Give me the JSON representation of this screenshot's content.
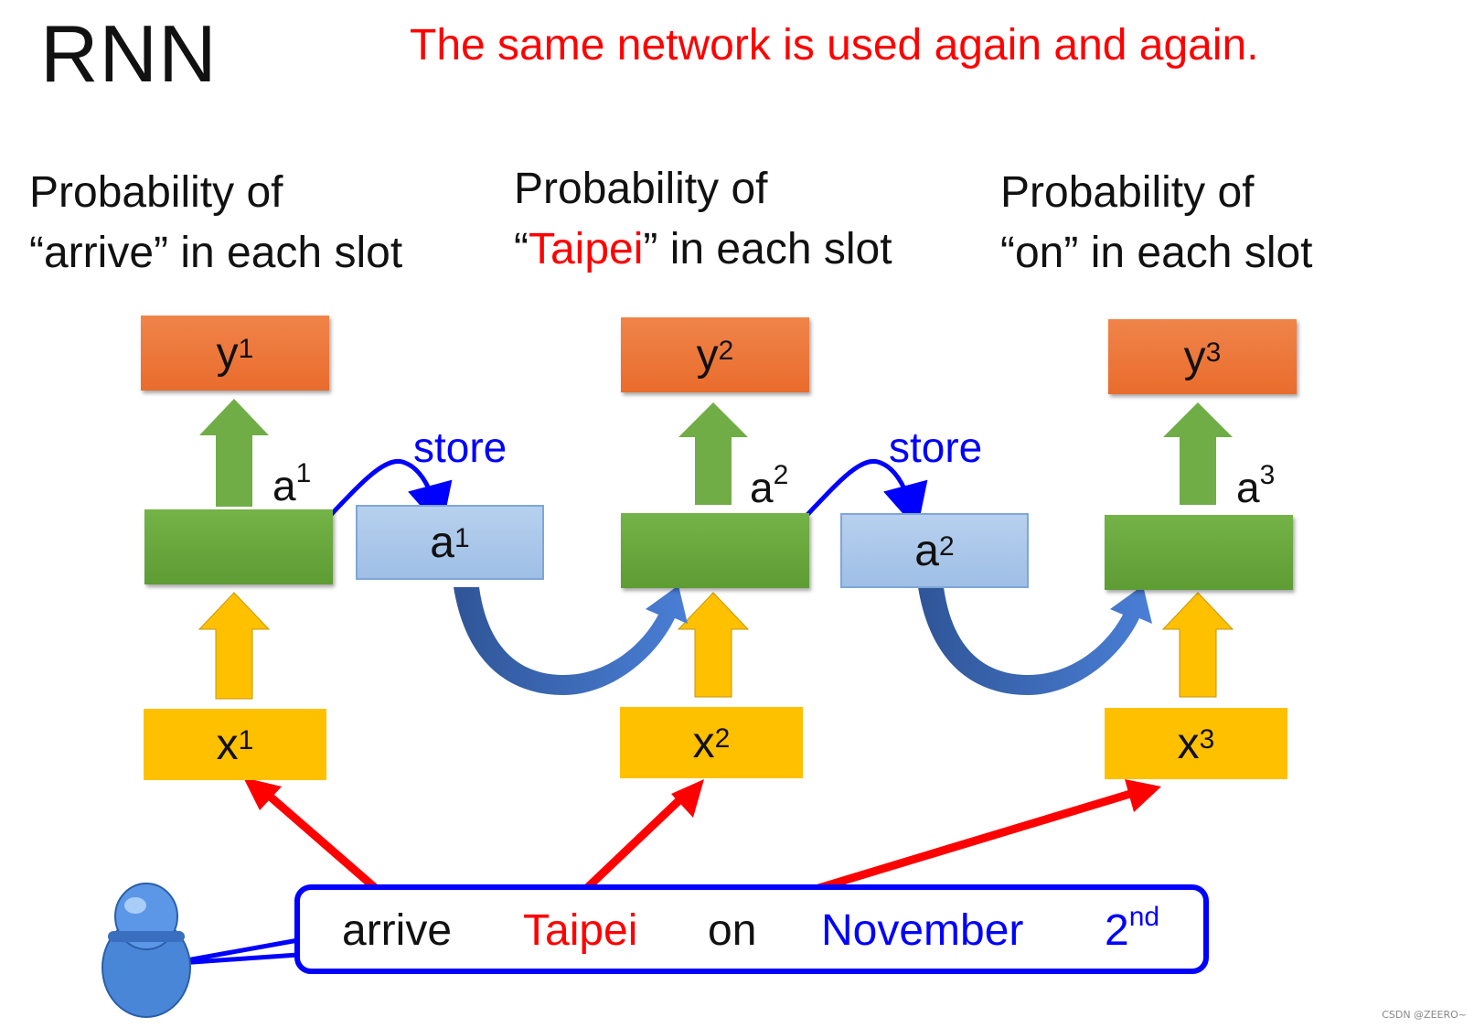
{
  "title": "RNN",
  "subtitle": "The same network is used again and again.",
  "columns": [
    {
      "caption_line1": "Probability of",
      "caption_pre": "“arrive”",
      "caption_hl": "",
      "caption_post": " in each slot",
      "y_base": "y",
      "y_sup": "1",
      "a_base": "a",
      "a_sup": "1",
      "x_base": "x",
      "x_sup": "1"
    },
    {
      "caption_line1": "Probability of",
      "caption_pre": "“",
      "caption_hl": "Taipei",
      "caption_post": "” in each slot",
      "y_base": "y",
      "y_sup": "2",
      "a_base": "a",
      "a_sup": "2",
      "x_base": "x",
      "x_sup": "2"
    },
    {
      "caption_line1": "Probability of",
      "caption_pre": "“on”",
      "caption_hl": "",
      "caption_post": " in each slot",
      "y_base": "y",
      "y_sup": "3",
      "a_base": "a",
      "a_sup": "3",
      "x_base": "x",
      "x_sup": "3"
    }
  ],
  "memory": [
    {
      "store_label": "store",
      "a_base": "a",
      "a_sup": "1"
    },
    {
      "store_label": "store",
      "a_base": "a",
      "a_sup": "2"
    }
  ],
  "sentence": {
    "w1": "arrive",
    "w2": "Taipei",
    "w3": "on",
    "w4": "November",
    "w5_base": "2",
    "w5_sup": "nd"
  },
  "colors": {
    "highlight": "#ff0000",
    "output_box": "#ed7d31",
    "hidden_box": "#70ad47",
    "memory_box": "#a9c7ec",
    "input_box": "#ffc000",
    "store_text": "#0000ff",
    "reuse_arrow": "#4472c4"
  },
  "icons": {
    "user": "user-icon"
  },
  "watermark": "CSDN @ZEERO~"
}
